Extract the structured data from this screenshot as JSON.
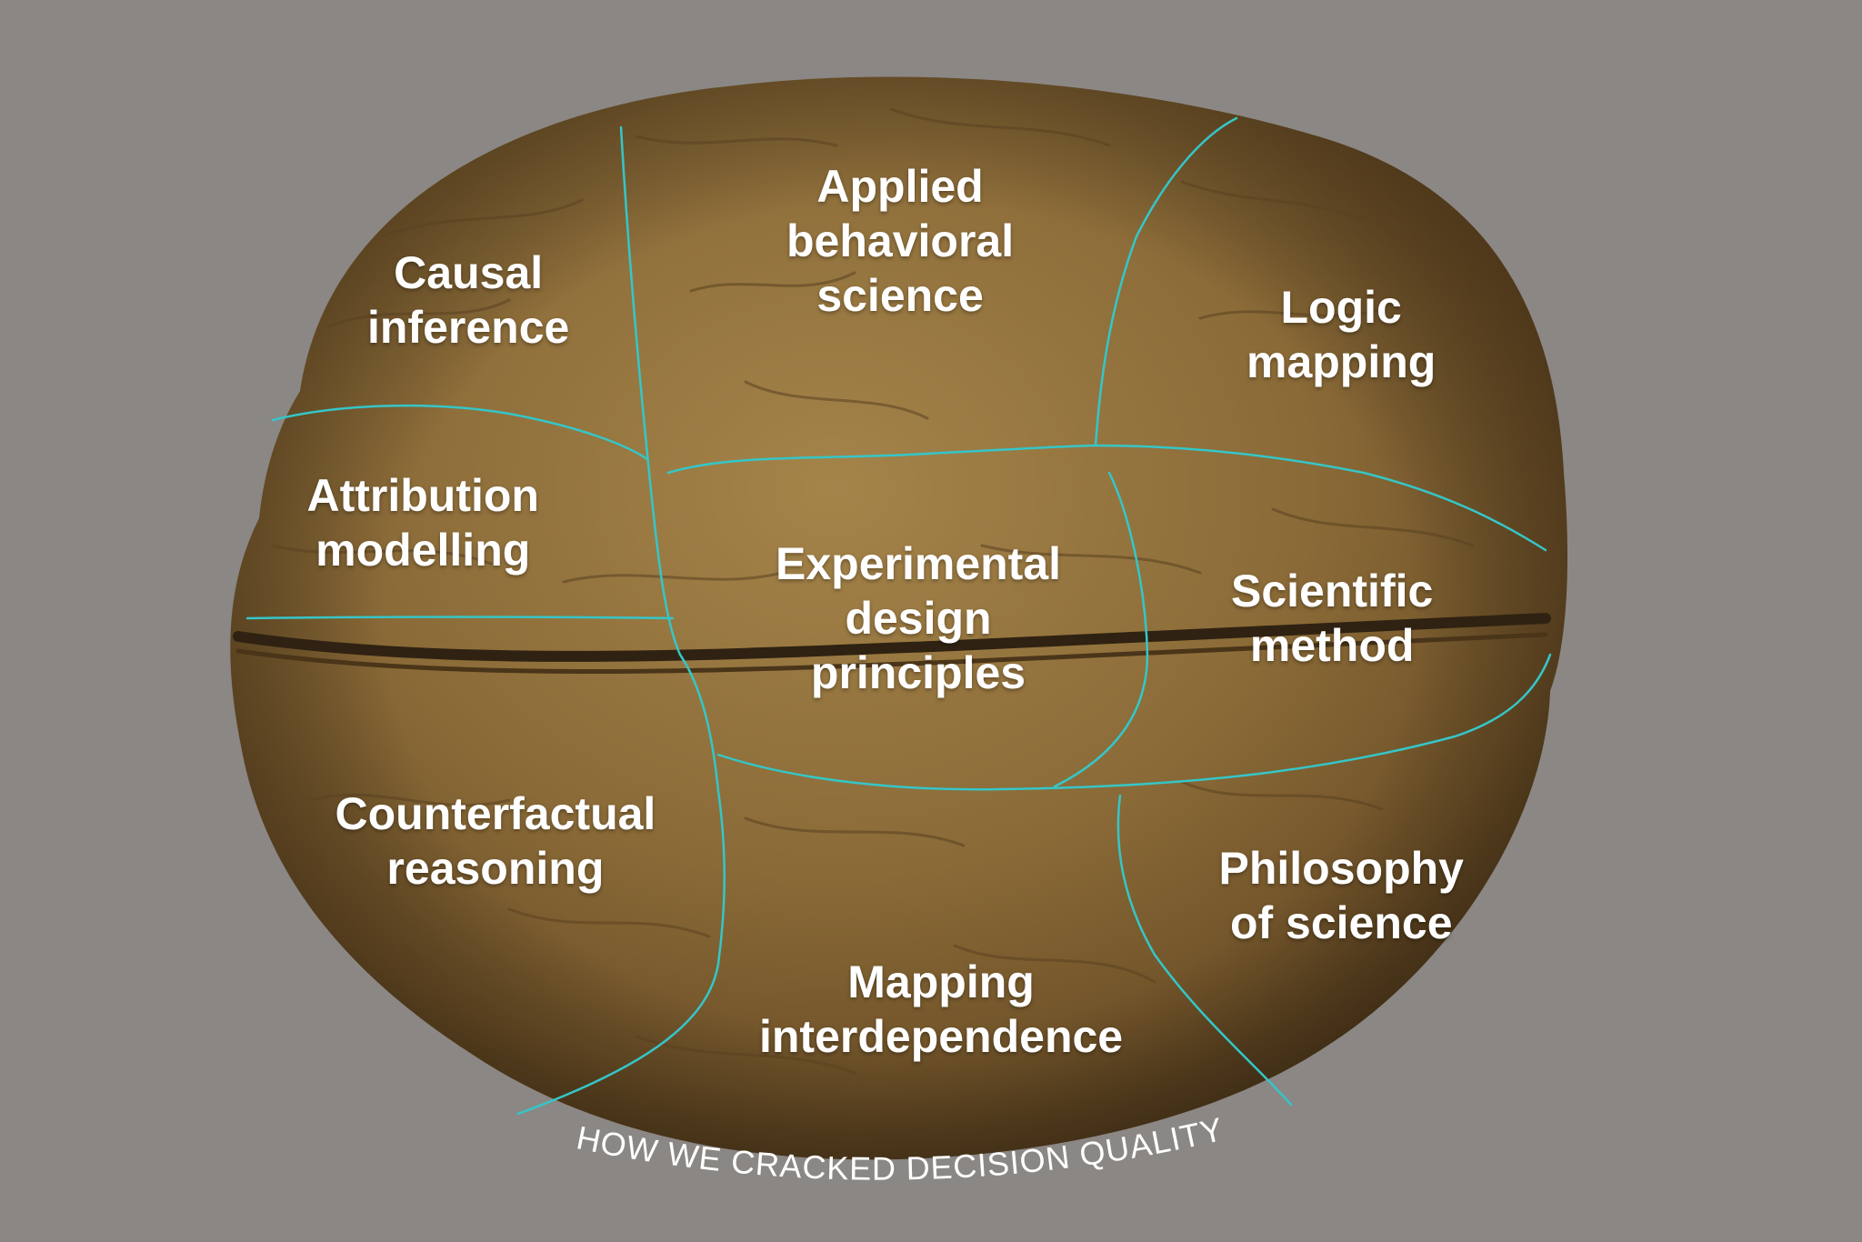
{
  "diagram": {
    "caption": "HOW WE CRACKED DECISION QUALITY",
    "regions": [
      {
        "id": "causal-inference",
        "lines": [
          "Causal",
          "inference"
        ]
      },
      {
        "id": "applied-behavioral-science",
        "lines": [
          "Applied",
          "behavioral",
          "science"
        ]
      },
      {
        "id": "logic-mapping",
        "lines": [
          "Logic",
          "mapping"
        ]
      },
      {
        "id": "attribution-modelling",
        "lines": [
          "Attribution",
          "modelling"
        ]
      },
      {
        "id": "experimental-design-principles",
        "lines": [
          "Experimental",
          "design",
          "principles"
        ]
      },
      {
        "id": "scientific-method",
        "lines": [
          "Scientific",
          "method"
        ]
      },
      {
        "id": "counterfactual-reasoning",
        "lines": [
          "Counterfactual",
          "reasoning"
        ]
      },
      {
        "id": "mapping-interdependence",
        "lines": [
          "Mapping",
          "interdependence"
        ]
      },
      {
        "id": "philosophy-of-science",
        "lines": [
          "Philosophy",
          "of science"
        ]
      }
    ],
    "colors": {
      "background": "#8b8784",
      "walnut": "#8c6c3a",
      "divider": "#35c6c8",
      "label": "#ffffff"
    }
  }
}
